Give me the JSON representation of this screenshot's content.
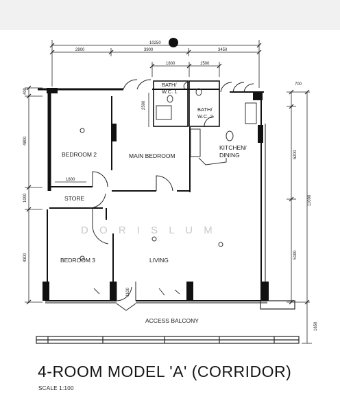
{
  "plan": {
    "title": "4-ROOM MODEL 'A' (CORRIDOR)",
    "scale": "SCALE 1:100",
    "watermark": "D O R I S   L U M",
    "rooms": {
      "bedroom2": "BEDROOM 2",
      "main_bedroom": "MAIN BEDROOM",
      "bath_wc1": [
        "BATH/",
        "W.C. 1"
      ],
      "bath_wc2": [
        "BATH/",
        "W.C. 2"
      ],
      "kitchen": [
        "KITCHEN/",
        "DINING"
      ],
      "store": "STORE",
      "bedroom3": "BEDROOM 3",
      "living": "LIVING",
      "access_balcony": "ACCESS BALCONY"
    },
    "dimensions": {
      "overall_width": "10250",
      "top": [
        "2900",
        "3900",
        "3450"
      ],
      "bath": [
        "1800",
        "1500"
      ],
      "bath_depth": "2500",
      "left": [
        "400",
        "4800",
        "1000",
        "4300"
      ],
      "right": [
        "700",
        "5200",
        "11000",
        "5190",
        "1850"
      ],
      "store_width": "1800",
      "door": "1100"
    }
  }
}
